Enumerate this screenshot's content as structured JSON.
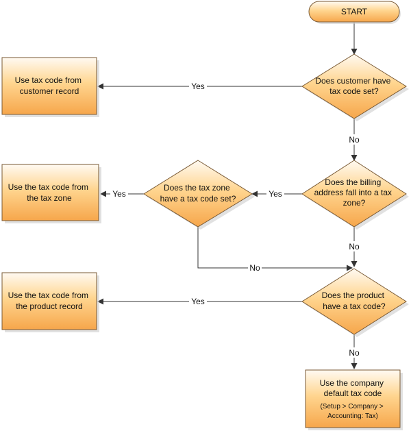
{
  "colors": {
    "fill_top": "#fffaf2",
    "fill_mid": "#ffd58f",
    "fill_bottom": "#f6a64b",
    "stroke": "#7a5a35",
    "line": "#333333"
  },
  "nodes": {
    "start": {
      "label": "START"
    },
    "q_customer": {
      "lines": [
        "Does customer have",
        "tax code set?"
      ]
    },
    "a_customer": {
      "lines": [
        "Use tax code from",
        "customer record"
      ]
    },
    "q_billing": {
      "lines": [
        "Does the billing",
        "address fall into a tax",
        "zone?"
      ]
    },
    "q_zone": {
      "lines": [
        "Does the tax zone",
        "have a tax code set?"
      ]
    },
    "a_zone": {
      "lines": [
        "Use the tax code from",
        "the tax zone"
      ]
    },
    "q_product": {
      "lines": [
        "Does the product",
        "have a tax code?"
      ]
    },
    "a_product": {
      "lines": [
        "Use the tax code from",
        "the product record"
      ]
    },
    "a_default": {
      "lines": [
        "Use the company",
        "default tax code"
      ],
      "small_lines": [
        "(Setup > Company >",
        "Accounting: Tax)"
      ]
    }
  },
  "edges": {
    "customer_yes": "Yes",
    "customer_no": "No",
    "billing_yes": "Yes",
    "billing_no": "No",
    "zone_yes": "Yes",
    "zone_no": "No",
    "product_yes": "Yes",
    "product_no": "No"
  }
}
